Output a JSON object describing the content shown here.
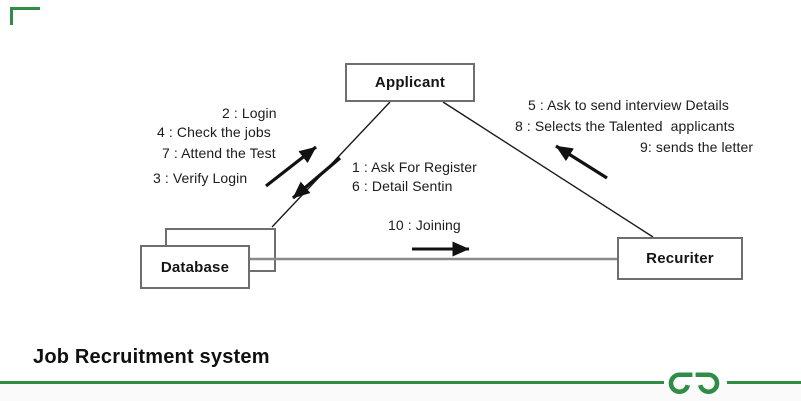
{
  "title": {
    "text": "Job Recruitment system"
  },
  "brand": {
    "accent_color": "#2f8d46",
    "logo": "geeksforgeeks-logo"
  },
  "diagram": {
    "type": "uml-collaboration-diagram",
    "nodes": {
      "applicant": {
        "label": "Applicant"
      },
      "database": {
        "label": "Database"
      },
      "recruiter": {
        "label": "Recuriter"
      }
    },
    "messages": {
      "database_to_applicant": [
        "2 : Login",
        "4 : Check the jobs",
        "7 : Attend the Test",
        "3 : Verify Login"
      ],
      "applicant_to_database": [
        "1 : Ask For Register",
        "6 : Detail Sentin"
      ],
      "database_to_recruiter": [
        "10 : Joining"
      ],
      "recruiter_to_applicant": [
        "5 : Ask to send interview Details",
        "8 : Selects the Talented  applicants",
        "9: sends the letter"
      ]
    }
  }
}
